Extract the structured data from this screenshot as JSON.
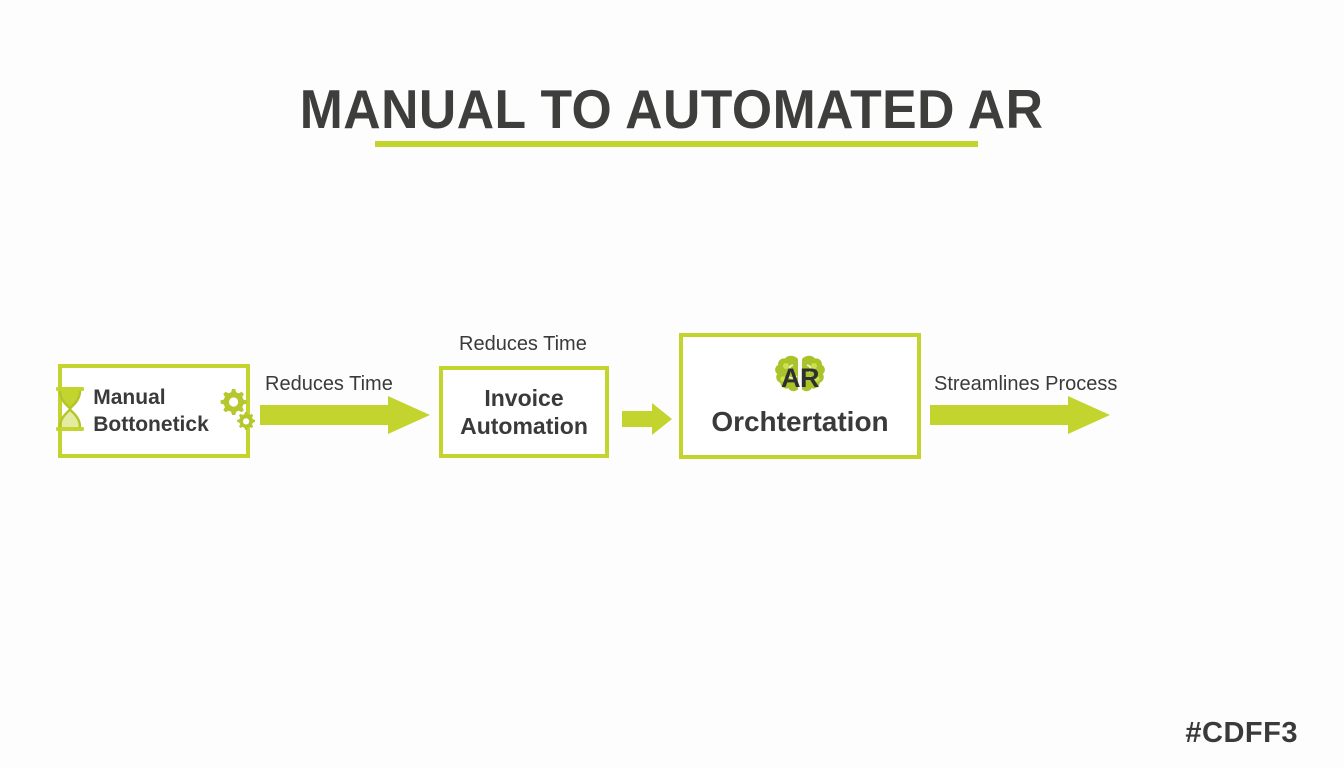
{
  "slide": {
    "title": "MANUAL TO AUTOMATED AR",
    "footer_code": "#CDFF3",
    "accent_color": "#C3D42E",
    "text_color": "#3A3A3A",
    "background_color": "#FDFDFE"
  },
  "flow": {
    "nodes": [
      {
        "id": "manual-bottleneck",
        "label_line1": "Manual",
        "label_line2": "Bottonetick",
        "icons": [
          "hourglass-icon",
          "gears-icon"
        ]
      },
      {
        "id": "invoice-automation",
        "label": "Invoice\nAutomation",
        "label_line1": "Invoice",
        "label_line2": "Automation"
      },
      {
        "id": "ar-orchestration",
        "label": "Orchtertation",
        "badge_text": "AR",
        "icon": "brain-icon"
      }
    ],
    "edges": [
      {
        "id": "edge-1",
        "label": "Reduces Time"
      },
      {
        "id": "edge-2",
        "label": "Reduces Time"
      },
      {
        "id": "edge-3",
        "label": ""
      },
      {
        "id": "edge-4",
        "label": "Streamlines Process"
      }
    ]
  }
}
